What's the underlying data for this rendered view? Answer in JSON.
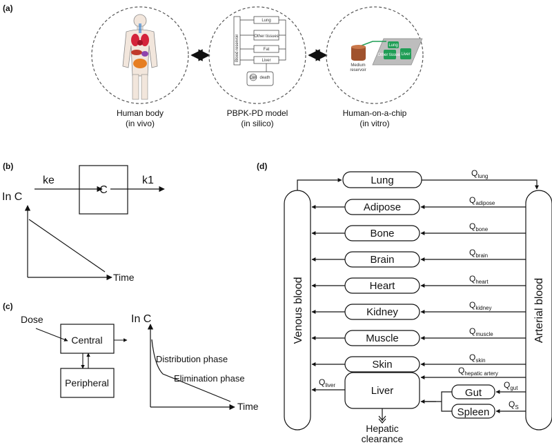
{
  "panels": {
    "a": {
      "tag": "(a)",
      "items": [
        {
          "label": "Human body",
          "sub": "(in vivo)"
        },
        {
          "label": "PBPK-PD model",
          "sub": "(in silico)"
        },
        {
          "label": "Human-on-a-chip",
          "sub": "(in vitro)"
        }
      ],
      "model": {
        "reservoir": "Blood reservoir",
        "boxes": [
          "Lung",
          "Other tissues",
          "Fat",
          "Liver"
        ],
        "cell": "Cell",
        "death": "death"
      },
      "chip": {
        "medium": "Medium",
        "reservoir": "reservoir",
        "lung": "Lung",
        "other": "Other tissues",
        "liver": "Liver"
      }
    },
    "b": {
      "tag": "(b)",
      "input": "ke",
      "compartment": "C",
      "output": "k1",
      "ylabel": "In C",
      "xlabel": "Time"
    },
    "c": {
      "tag": "(c)",
      "dose": "Dose",
      "central": "Central",
      "peripheral": "Peripheral",
      "ylabel": "In C",
      "phase1": "Distribution phase",
      "phase2": "Elimination phase",
      "xlabel": "Time"
    },
    "d": {
      "tag": "(d)",
      "venous": "Venous blood",
      "arterial": "Arterial blood",
      "lung": {
        "name": "Lung",
        "flow": "Q",
        "flow_sub": "lung"
      },
      "organs": [
        {
          "name": "Adipose",
          "flow": "Q",
          "flow_sub": "adipose"
        },
        {
          "name": "Bone",
          "flow": "Q",
          "flow_sub": "bone"
        },
        {
          "name": "Brain",
          "flow": "Q",
          "flow_sub": "brain"
        },
        {
          "name": "Heart",
          "flow": "Q",
          "flow_sub": "heart"
        },
        {
          "name": "Kidney",
          "flow": "Q",
          "flow_sub": "kidney"
        },
        {
          "name": "Muscle",
          "flow": "Q",
          "flow_sub": "muscle"
        },
        {
          "name": "Skin",
          "flow": "Q",
          "flow_sub": "skin"
        }
      ],
      "liver": "Liver",
      "liver_out": {
        "flow": "Q",
        "flow_sub": "liver"
      },
      "hepatic_artery": {
        "flow": "Q",
        "flow_sub": "hepatic artery"
      },
      "gut": {
        "name": "Gut",
        "flow": "Q",
        "flow_sub": "gut"
      },
      "spleen": {
        "name": "Spleen",
        "flow": "Q",
        "flow_sub": "S"
      },
      "clearance_line1": "Hepatic",
      "clearance_line2": "clearance"
    }
  },
  "colors": {
    "line": "#111111",
    "skin": "#f2e6dc",
    "lungs": "#d4233a",
    "liver_organ": "#c0392b",
    "stomach": "#8e44ad",
    "intestine": "#e67e22",
    "chip_green": "#1f9d55",
    "chip_base": "#bdbdbd",
    "reservoir": "#a0522d"
  }
}
